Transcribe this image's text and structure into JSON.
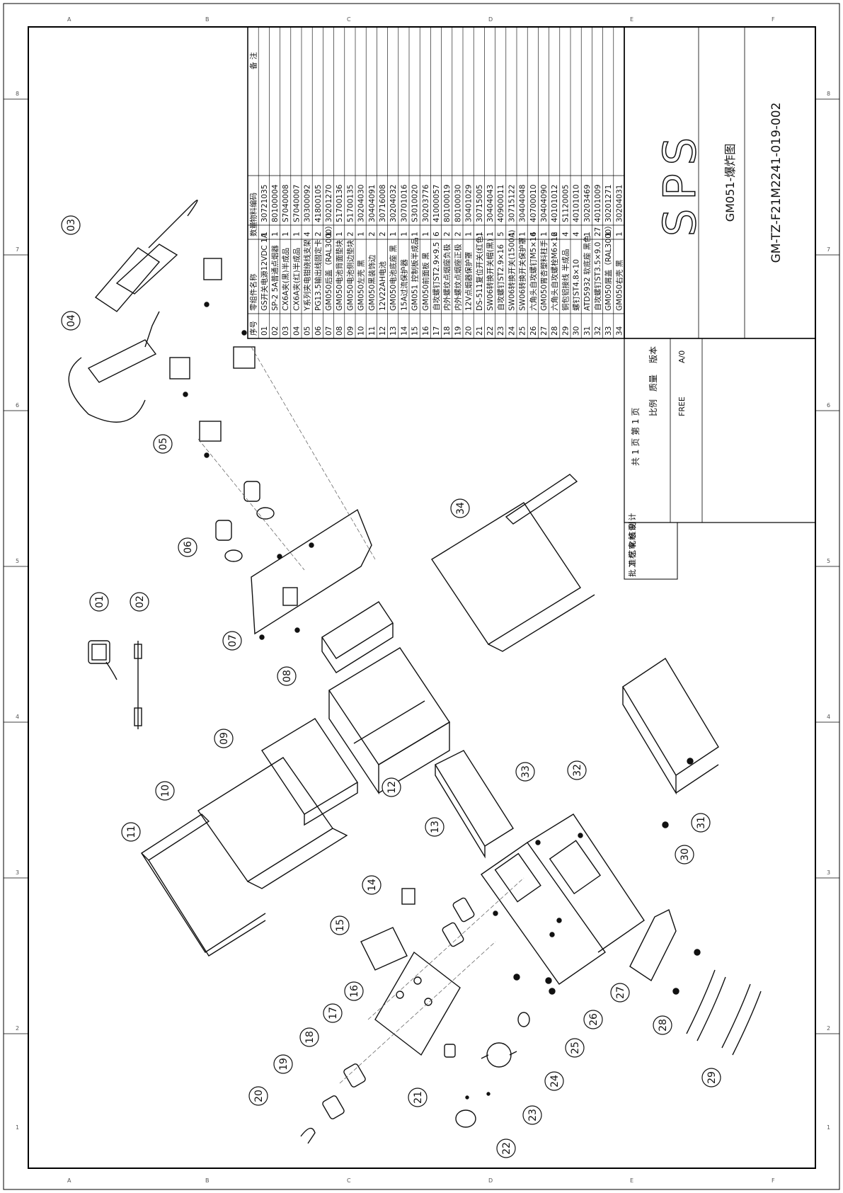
{
  "drawing": {
    "company_logo": "SPS",
    "title": "GM051-爆炸图",
    "drawing_number": "GM-TZ-F21M2241-019-002",
    "version_label": "版本",
    "version_value": "A/0",
    "quality_label": "质量",
    "scale_label": "比例",
    "scale_value": "FREE",
    "pages_text": "共 1 页   第 1 页",
    "approvals": [
      "设 计",
      "绘 制",
      "审 核",
      "标 化",
      "工 艺",
      "批 准"
    ]
  },
  "bom": {
    "headers": {
      "no": "序号",
      "name": "零组件名称",
      "qty": "数量",
      "code": "物料编码",
      "remark": "备 注"
    },
    "rows": [
      {
        "no": "34",
        "name": "GM050右壳 黑",
        "qty": "1",
        "code": "30204031"
      },
      {
        "no": "33",
        "name": "GM050屑盖（RAL3000）",
        "qty": "1",
        "code": "30201271"
      },
      {
        "no": "32",
        "name": "自攻螺钉ST3.5×9.0",
        "qty": "27",
        "code": "40101009"
      },
      {
        "no": "31",
        "name": "ATD5932 软底座 黑色",
        "qty": "1",
        "code": "30203469"
      },
      {
        "no": "30",
        "name": "螺钉ST4.8×10",
        "qty": "4",
        "code": "40101010"
      },
      {
        "no": "29",
        "name": "铜包铝接线 半成品",
        "qty": "4",
        "code": "S1120005"
      },
      {
        "no": "28",
        "name": "六角头自攻螺栓M6×16",
        "qty": "2",
        "code": "40101012"
      },
      {
        "no": "27",
        "name": "GM050胃杏塑料柱手",
        "qty": "1",
        "code": "30404090"
      },
      {
        "no": "26",
        "name": "六角头自攻螺钉M5×16",
        "qty": "4",
        "code": "40700010"
      },
      {
        "no": "25",
        "name": "SW06转换开关保护罩",
        "qty": "1",
        "code": "30404048"
      },
      {
        "no": "24",
        "name": "SW06转换开关(1500A)",
        "qty": "1",
        "code": "30715122"
      },
      {
        "no": "23",
        "name": "自攻螺钉ST2.9×16",
        "qty": "5",
        "code": "40900011"
      },
      {
        "no": "22",
        "name": "SW06转换开关帽(黑)",
        "qty": "1",
        "code": "30404043"
      },
      {
        "no": "21",
        "name": "DS-511复位开关(红色)",
        "qty": "1",
        "code": "30715005"
      },
      {
        "no": "20",
        "name": "12V点烟器保护罩",
        "qty": "1",
        "code": "30401029"
      },
      {
        "no": "19",
        "name": "内外螺纹点烟座正极",
        "qty": "2",
        "code": "80100030"
      },
      {
        "no": "18",
        "name": "内外螺纹点烟座负极",
        "qty": "2",
        "code": "80100019"
      },
      {
        "no": "17",
        "name": "自攻螺钉ST2.9×9.5",
        "qty": "6",
        "code": "41000057"
      },
      {
        "no": "16",
        "name": "GM050前面板 黑",
        "qty": "1",
        "code": "30203776"
      },
      {
        "no": "15",
        "name": "GM051 控制板半成品",
        "qty": "1",
        "code": "S3010020"
      },
      {
        "no": "14",
        "name": "15A过流保护器",
        "qty": "1",
        "code": "30701016"
      },
      {
        "no": "13",
        "name": "GM050电池底座 黑",
        "qty": "1",
        "code": "30204032"
      },
      {
        "no": "12",
        "name": "12V22AH电池",
        "qty": "2",
        "code": "30716008"
      },
      {
        "no": "11",
        "name": "GM050黑装饰边",
        "qty": "2",
        "code": "30404091"
      },
      {
        "no": "10",
        "name": "GM050左壳 黑",
        "qty": "1",
        "code": "30204030"
      },
      {
        "no": "09",
        "name": "GM050电池侧边垫块",
        "qty": "2",
        "code": "51700135"
      },
      {
        "no": "08",
        "name": "GM050电池背面垫块",
        "qty": "1",
        "code": "51700136"
      },
      {
        "no": "07",
        "name": "GM050后盖（RAL3000）",
        "qty": "1",
        "code": "30201270"
      },
      {
        "no": "06",
        "name": "PG13.5输出线固定卡",
        "qty": "2",
        "code": "41800105"
      },
      {
        "no": "05",
        "name": "Y系列夹电钳绕线支架",
        "qty": "4",
        "code": "30300092"
      },
      {
        "no": "04",
        "name": "CX6A夹(红)半成品",
        "qty": "1",
        "code": "S7040007"
      },
      {
        "no": "03",
        "name": "CX6A夹(黑)半成品",
        "qty": "1",
        "code": "S7040008"
      },
      {
        "no": "02",
        "name": "SP-2 5A普通点烟器",
        "qty": "1",
        "code": "80100004"
      },
      {
        "no": "01",
        "name": "GS开关电源12VDC 1A",
        "qty": "1",
        "code": "30721035"
      }
    ]
  },
  "callouts": [
    "01",
    "02",
    "03",
    "04",
    "05",
    "06",
    "07",
    "08",
    "09",
    "10",
    "11",
    "12",
    "13",
    "14",
    "15",
    "16",
    "17",
    "18",
    "19",
    "20",
    "21",
    "22",
    "23",
    "24",
    "25",
    "26",
    "27",
    "28",
    "29",
    "30",
    "31",
    "32",
    "33",
    "34"
  ],
  "zones": {
    "top": [
      "A",
      "B",
      "C",
      "D",
      "E",
      "F"
    ],
    "side": [
      "8",
      "7",
      "6",
      "5",
      "4",
      "3",
      "2",
      "1"
    ]
  }
}
